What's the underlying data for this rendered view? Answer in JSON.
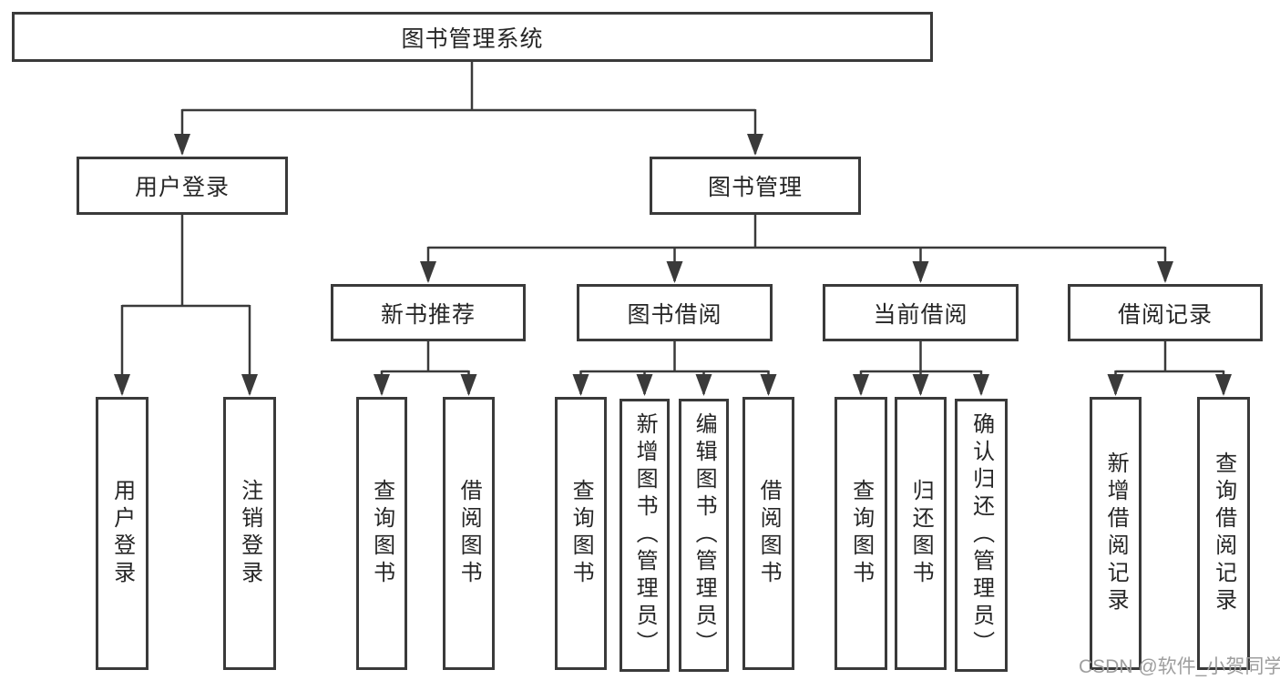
{
  "colors": {
    "line": "#3a3a3a",
    "ink": "#262626",
    "background": "#ffffff",
    "watermark": "#9e9e9e"
  },
  "tree": {
    "root": {
      "label": "图书管理系统",
      "children": [
        {
          "label": "用户登录",
          "children": [
            {
              "label": "用户登录"
            },
            {
              "label": "注销登录"
            }
          ]
        },
        {
          "label": "图书管理",
          "children": [
            {
              "label": "新书推荐",
              "children": [
                {
                  "label": "查询图书"
                },
                {
                  "label": "借阅图书"
                }
              ]
            },
            {
              "label": "图书借阅",
              "children": [
                {
                  "label": "查询图书"
                },
                {
                  "label": "新增图书（管理员）"
                },
                {
                  "label": "编辑图书（管理员）"
                },
                {
                  "label": "借阅图书"
                }
              ]
            },
            {
              "label": "当前借阅",
              "children": [
                {
                  "label": "查询图书"
                },
                {
                  "label": "归还图书"
                },
                {
                  "label": "确认归还（管理员）"
                }
              ]
            },
            {
              "label": "借阅记录",
              "children": [
                {
                  "label": "新增借阅记录"
                },
                {
                  "label": "查询借阅记录"
                }
              ]
            }
          ]
        }
      ]
    }
  },
  "watermark": {
    "text": "CSDN @软件_小贺同学"
  }
}
